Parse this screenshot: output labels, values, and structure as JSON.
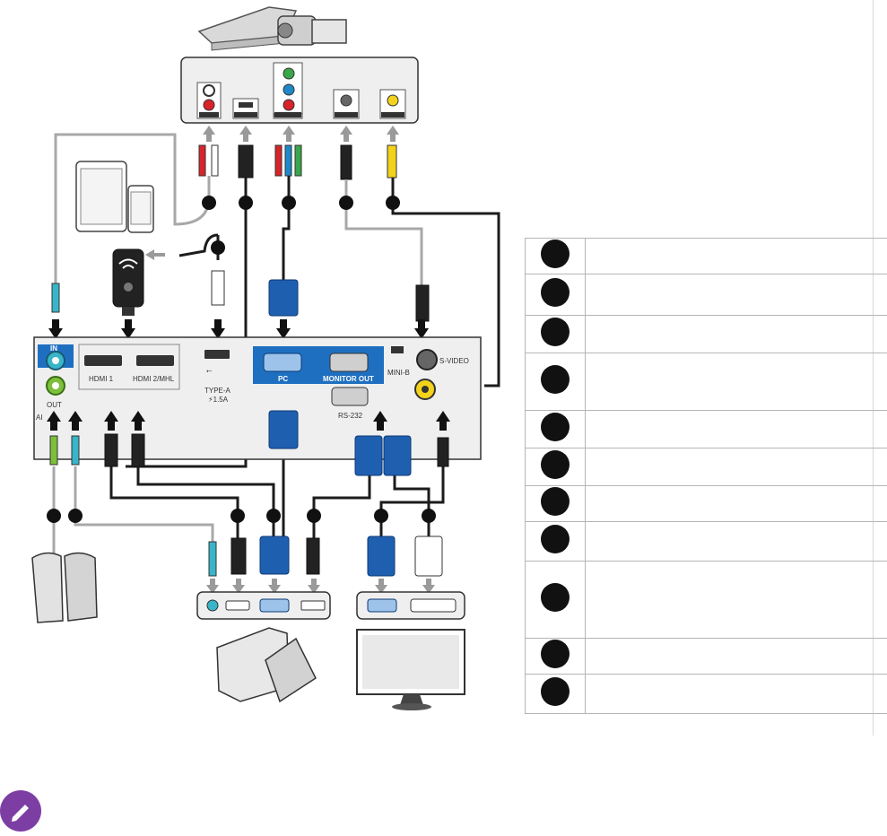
{
  "projector_panel": {
    "in": "IN",
    "out": "OUT",
    "ai": "AI",
    "hdmi1": "HDMI 1",
    "hdmi2": "HDMI 2/MHL",
    "type_a_line1": "TYPE-A",
    "type_a_line2": "⚡1.5A",
    "pc": "PC",
    "monitor_out": "MONITOR OUT",
    "rs232": "RS-232",
    "mini_b": "MINI-B",
    "s_video": "S-VIDEO"
  },
  "av_device_panel": {
    "audio": "AUDIO",
    "hdmi": "HDMI",
    "component": "COMPONENT",
    "s_video": "S-VIDEO",
    "video": "VIDEO"
  },
  "legend": {
    "rows": [
      {
        "height": 40
      },
      {
        "height": 46
      },
      {
        "height": 42
      },
      {
        "height": 64
      },
      {
        "height": 42
      },
      {
        "height": 42
      },
      {
        "height": 40
      },
      {
        "height": 44
      },
      {
        "height": 86
      },
      {
        "height": 40
      },
      {
        "height": 44
      }
    ]
  },
  "colors": {
    "panel_bg": "#efefef",
    "panel_border": "#333333",
    "vga_blue": "#1f5fb0",
    "pc_highlight": "#1f6fc0",
    "audio_in": "#39b5c9",
    "audio_out": "#7cbf3a",
    "yellow": "#f3d21b",
    "red": "#d8232a",
    "cable_black": "#1c1c1c",
    "cable_grey": "#9a9a9a",
    "note_purple": "#7d3ea4"
  },
  "icons": [
    "av-device-icon",
    "camcorder-icon",
    "tablet-icon",
    "smartphone-icon",
    "wireless-dongle-icon",
    "speaker-icon",
    "computer-icon",
    "monitor-icon",
    "note-pencil-icon"
  ]
}
